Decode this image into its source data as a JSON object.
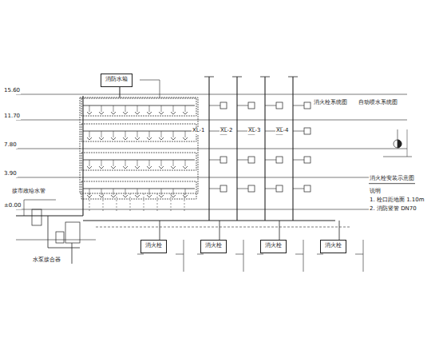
{
  "diagram": {
    "nodes": [
      {
        "text": [
          "消防水箱"
        ]
      },
      {
        "text": [
          "消火栓"
        ]
      },
      {
        "text": [
          "消火栓"
        ]
      },
      {
        "text": [
          "消火栓"
        ]
      },
      {
        "text": [
          "消火栓"
        ]
      }
    ],
    "labels": [
      "消火栓系统图",
      "自动喷水系统图",
      "15.60",
      "11.70",
      "7.80",
      "3.90",
      "±0.00",
      "XL-1",
      "XL-2",
      "XL-3",
      "XL-4",
      "消火栓安装示意图",
      "说明",
      "1. 栓口距地面 1.10m",
      "2. 消防竖管 DN70",
      "接市政给水管",
      "水泵接合器"
    ]
  }
}
